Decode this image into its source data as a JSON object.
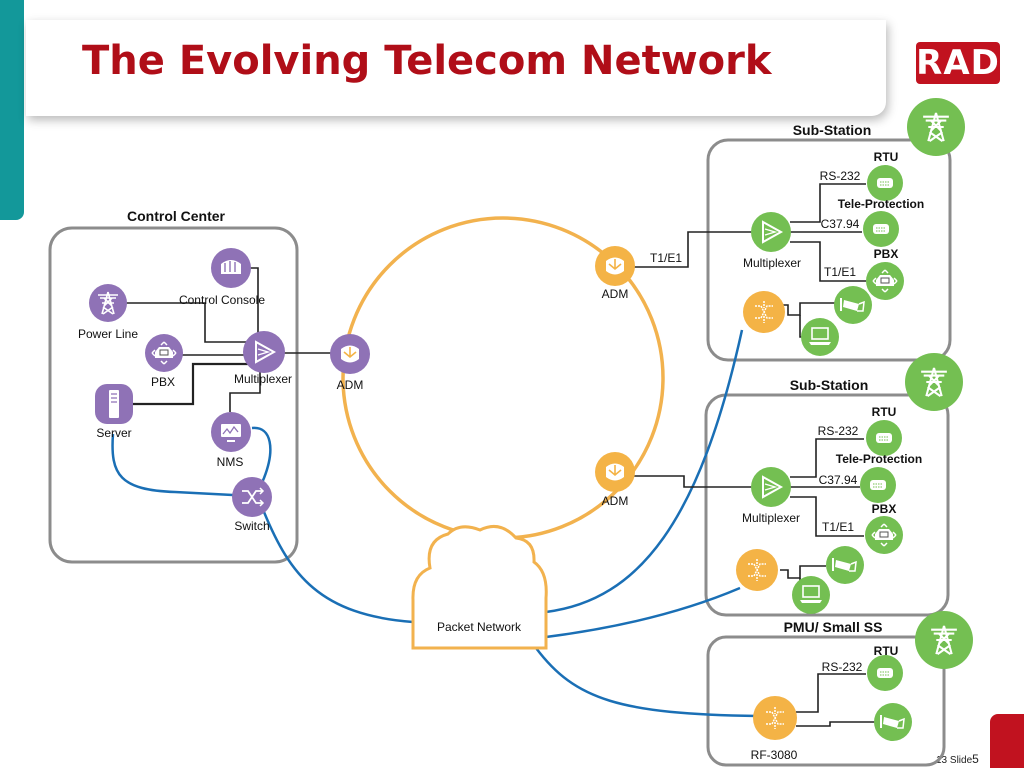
{
  "slide": {
    "title": "The Evolving Telecom Network",
    "logo_text": "RAD",
    "footer_text": "13  Slide",
    "slide_number": "5"
  },
  "colors": {
    "title": "#b00e18",
    "teal_bar": "#13989a",
    "ring": "#f2b24e",
    "link_blue": "#1a6fb5",
    "purple_node": "#8f72b6",
    "green_node": "#74bf52",
    "orange_node": "#f4b346",
    "logo": "#c1121f"
  },
  "control_center": {
    "title": "Control Center",
    "control_console": "Control Console",
    "power_line": "Power Line",
    "pbx": "PBX",
    "multiplexer": "Multiplexer",
    "server": "Server",
    "nms": "NMS",
    "switch": "Switch"
  },
  "ring": {
    "adm_left": "ADM",
    "adm_top": "ADM",
    "adm_bottom": "ADM"
  },
  "packet_network": "Packet Network",
  "substation_1": {
    "title": "Sub-Station",
    "rtu": "RTU",
    "rs232": "RS-232",
    "teleprotection": "Tele-Protection",
    "c3794": "C37.94",
    "multiplexer": "Multiplexer",
    "pbx": "PBX",
    "t1e1_in": "T1/E1",
    "t1e1_out": "T1/E1"
  },
  "substation_2": {
    "title": "Sub-Station",
    "rtu": "RTU",
    "rs232": "RS-232",
    "teleprotection": "Tele-Protection",
    "c3794": "C37.94",
    "multiplexer": "Multiplexer",
    "pbx": "PBX",
    "t1e1_out": "T1/E1"
  },
  "pmu_ss": {
    "title": "PMU/ Small SS",
    "rtu": "RTU",
    "rs232": "RS-232",
    "device": "RF-3080"
  },
  "icons": [
    "power-tower-icon",
    "console-icon",
    "pbx-icon",
    "multiplexer-icon",
    "server-icon",
    "nms-monitor-icon",
    "switch-icon",
    "adm-icon",
    "rtu-icon",
    "camera-icon",
    "laptop-icon",
    "cloud-icon"
  ]
}
